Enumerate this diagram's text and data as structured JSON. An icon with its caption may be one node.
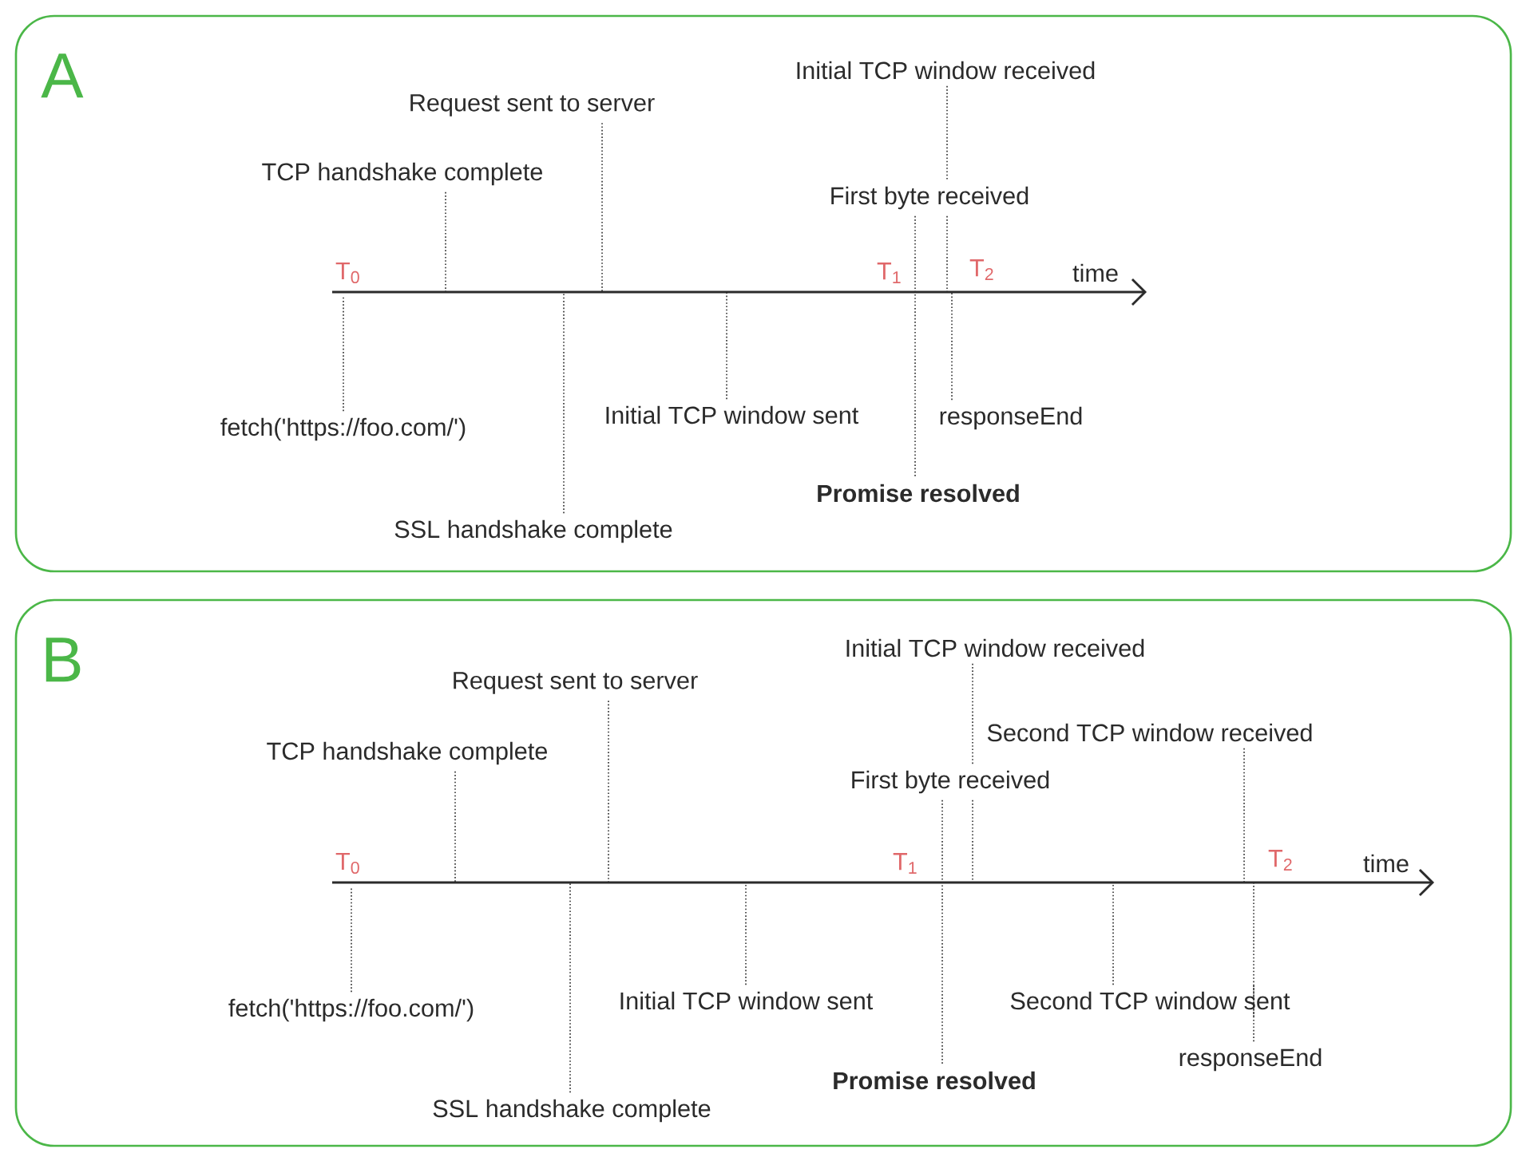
{
  "diagram": {
    "nodes": [
      {
        "text": [
          "A"
        ]
      },
      {
        "text": [
          "Initial TCP window received"
        ],
        "in": 0
      },
      {
        "text": [
          "Request sent to server"
        ],
        "in": 0
      },
      {
        "text": [
          "TCP handshake complete"
        ],
        "in": 0
      },
      {
        "text": [
          "First byte received"
        ],
        "in": 0
      },
      {
        "text": [
          "Initial TCP window sent"
        ],
        "in": 0
      },
      {
        "text": [
          "responseEnd"
        ],
        "in": 0
      },
      {
        "text": [
          "fetch('https://foo.com/')"
        ],
        "in": 0
      },
      {
        "text": [
          "Promise resolved"
        ],
        "in": 0
      },
      {
        "text": [
          "SSL handshake complete"
        ],
        "in": 0
      },
      {
        "text": [
          "B"
        ]
      },
      {
        "text": [
          "Initial TCP window received"
        ],
        "in": 10
      },
      {
        "text": [
          "Request sent to server"
        ],
        "in": 10
      },
      {
        "text": [
          "Second TCP window received"
        ],
        "in": 10
      },
      {
        "text": [
          "TCP handshake complete"
        ],
        "in": 10
      },
      {
        "text": [
          "First byte received"
        ],
        "in": 10
      },
      {
        "text": [
          "fetch('https://foo.com/')"
        ],
        "in": 10
      },
      {
        "text": [
          "Initial TCP window sent"
        ],
        "in": 10
      },
      {
        "text": [
          "Second TCP window sent"
        ],
        "in": 10
      },
      {
        "text": [
          "responseEnd"
        ],
        "in": 10
      },
      {
        "text": [
          "Promise resolved"
        ],
        "in": 10
      },
      {
        "text": [
          "SSL handshake complete"
        ],
        "in": 10
      }
    ],
    "edges": [
      {
        "from": 1,
        "to": null,
        "arrow": "none"
      },
      {
        "from": 2,
        "to": null,
        "arrow": "none"
      },
      {
        "from": 3,
        "to": null,
        "arrow": "none"
      },
      {
        "from": 4,
        "to": 8,
        "arrow": "none"
      },
      {
        "from": 5,
        "to": null,
        "arrow": "none"
      },
      {
        "from": 6,
        "to": null,
        "arrow": "none"
      },
      {
        "from": 7,
        "to": null,
        "arrow": "none"
      },
      {
        "from": 9,
        "to": null,
        "arrow": "none"
      },
      {
        "from": 11,
        "to": null,
        "arrow": "none"
      },
      {
        "from": 12,
        "to": null,
        "arrow": "none"
      },
      {
        "from": 13,
        "to": null,
        "arrow": "none"
      },
      {
        "from": 14,
        "to": null,
        "arrow": "none"
      },
      {
        "from": 15,
        "to": 20,
        "arrow": "none"
      },
      {
        "from": 16,
        "to": null,
        "arrow": "none"
      },
      {
        "from": 17,
        "to": null,
        "arrow": "none"
      },
      {
        "from": 18,
        "to": null,
        "arrow": "none"
      },
      {
        "from": 19,
        "to": null,
        "arrow": "none"
      },
      {
        "from": 21,
        "to": null,
        "arrow": "none"
      }
    ],
    "labels": [
      "T$_{0}$",
      "T$_{1}$",
      "T$_{2}$",
      "time",
      "T$_{0}$",
      "T$_{1}$",
      "T$_{2}$",
      "time"
    ]
  }
}
